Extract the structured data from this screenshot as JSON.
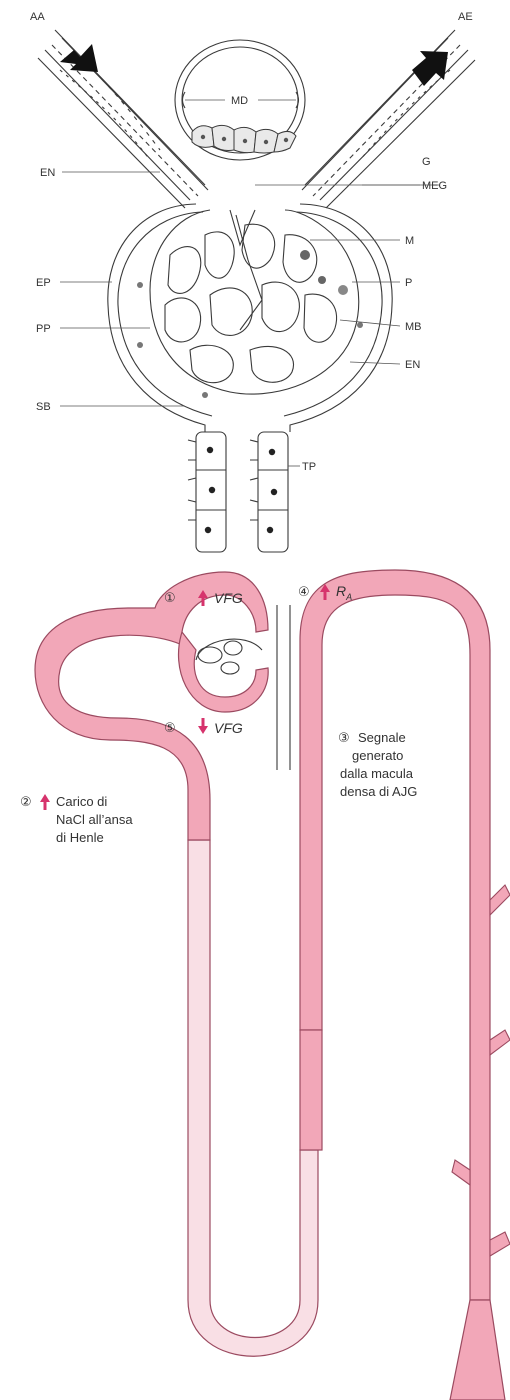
{
  "glomerulus": {
    "labels": {
      "aa": "AA",
      "ae": "AE",
      "md": "MD",
      "en_left": "EN",
      "g": "G",
      "meg": "MEG",
      "m": "M",
      "ep": "EP",
      "p": "P",
      "pp": "PP",
      "mb": "MB",
      "en_right": "EN",
      "sb": "SB",
      "tp": "TP"
    }
  },
  "feedback": {
    "steps": [
      {
        "num": "①",
        "arrow": "up",
        "text": "VFG"
      },
      {
        "num": "④",
        "arrow": "up",
        "text": "R",
        "sub": "A"
      },
      {
        "num": "⑤",
        "arrow": "down",
        "text": "VFG"
      },
      {
        "num": "③",
        "lines": [
          "Segnale",
          "generato",
          "dalla macula",
          "densa di AJG"
        ]
      },
      {
        "num": "②",
        "arrow": "up",
        "lines": [
          "Carico di",
          "NaCl all’ansa",
          "di Henle"
        ]
      }
    ]
  },
  "colors": {
    "tubule": "#f2a7b8",
    "tubule_light": "#f9dfe5",
    "outline": "#9b4a60",
    "arrow": "#d6336c",
    "ink": "#3a3a3a"
  }
}
